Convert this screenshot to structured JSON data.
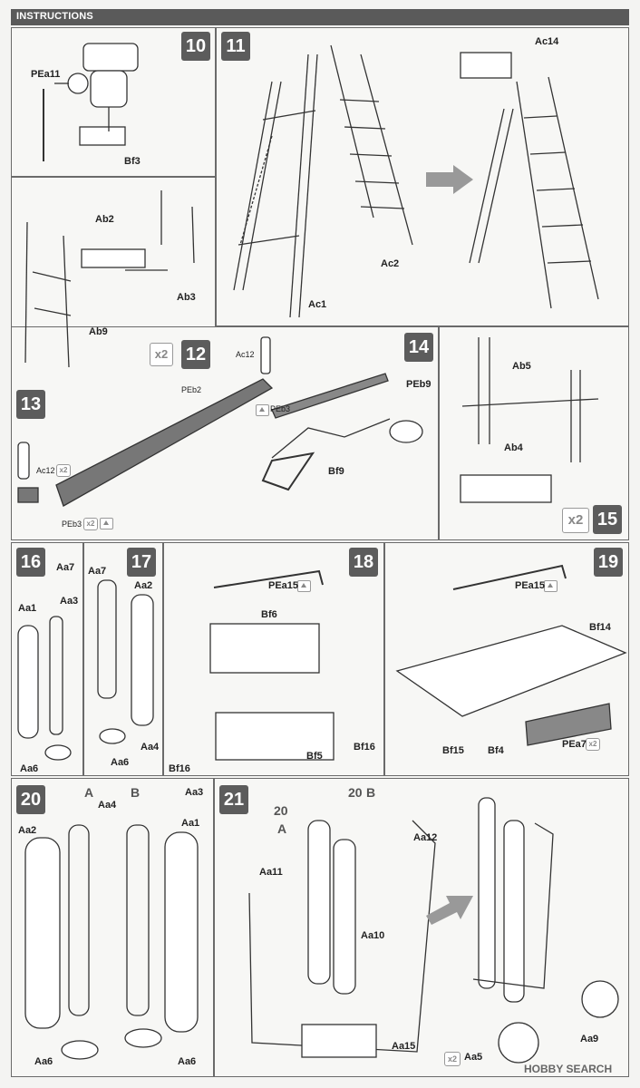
{
  "header": {
    "title": "INSTRUCTIONS"
  },
  "steps": {
    "s10": "10",
    "s11": "11",
    "s12": "12",
    "s13": "13",
    "s14": "14",
    "s15": "15",
    "s16": "16",
    "s17": "17",
    "s18": "18",
    "s19": "19",
    "s20": "20",
    "s21": "21"
  },
  "multipliers": {
    "x2": "x2",
    "x2_cyr": "x2"
  },
  "parts": {
    "PEa11": "PEa11",
    "Bf3": "Bf3",
    "Ab2": "Ab2",
    "Ab3": "Ab3",
    "Ab9": "Ab9",
    "Ac1": "Ac1",
    "Ac2": "Ac2",
    "Ac14": "Ac14",
    "Ac12": "Ac12",
    "PEb2": "PEb2",
    "PEb3": "PEb3",
    "PEb9": "PEb9",
    "Bf9": "Bf9",
    "Ab5": "Ab5",
    "Ab4": "Ab4",
    "Aa7": "Aa7",
    "Aa1": "Aa1",
    "Aa3": "Aa3",
    "Aa6": "Aa6",
    "Aa2": "Aa2",
    "Aa4": "Aa4",
    "PEa15": "PEa15",
    "Bf6": "Bf6",
    "Bf5": "Bf5",
    "Bf16": "Bf16",
    "Bf14": "Bf14",
    "Bf15": "Bf15",
    "Bf4": "Bf4",
    "PEa7": "PEa7",
    "Aa11": "Aa11",
    "Aa12": "Aa12",
    "Aa10": "Aa10",
    "Aa15": "Aa15",
    "Aa9": "Aa9",
    "Aa5": "Aa5",
    "A": "A",
    "B": "B",
    "ref20A": "20",
    "ref20B": "20"
  },
  "watermark": "HOBBY SEARCH"
}
